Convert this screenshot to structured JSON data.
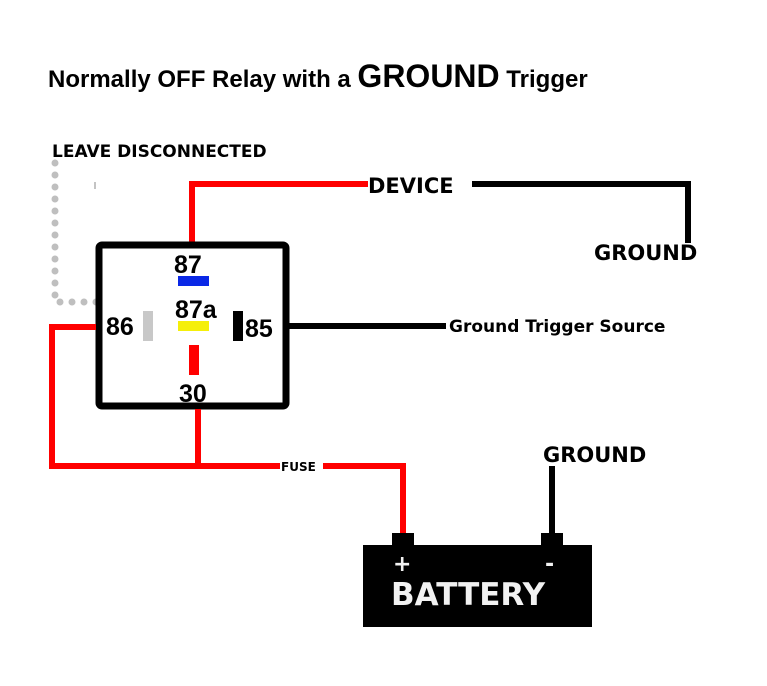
{
  "title": {
    "part1": "Normally OFF Relay with a ",
    "emphasis": "GROUND",
    "part2": " Trigger"
  },
  "labels": {
    "leave_disconnected": "LEAVE DISCONNECTED",
    "device": "DEVICE",
    "device_ground": "GROUND",
    "trigger_source": "Ground Trigger Source",
    "fuse": "FUSE",
    "battery_ground": "GROUND"
  },
  "relay": {
    "pins": {
      "p87": "87",
      "p87a": "87a",
      "p86": "86",
      "p85": "85",
      "p30": "30"
    },
    "pin_colors": {
      "p87": "#0a28e6",
      "p87a": "#f5ef0a",
      "p86": "#c8c8c8",
      "p85": "#000000",
      "p30": "#ff0000"
    }
  },
  "battery": {
    "label": "BATTERY",
    "positive": "+",
    "negative": "-"
  },
  "colors": {
    "power_wire": "#ff0000",
    "ground_wire": "#000000",
    "disconnected_wire": "#bfbfbf"
  }
}
